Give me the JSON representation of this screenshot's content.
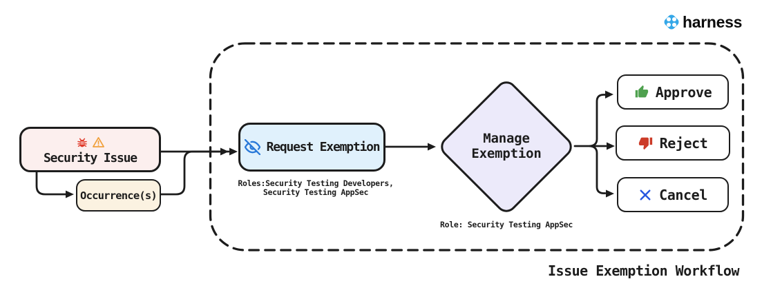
{
  "brand": {
    "name": "harness"
  },
  "diagram_title": "Issue Exemption Workflow",
  "nodes": {
    "security_issue": {
      "label": "Security Issue",
      "icons": [
        "bug-icon",
        "warning-icon"
      ]
    },
    "occurrences": {
      "label": "Occurrence(s)"
    },
    "request_exemption": {
      "label": "Request Exemption",
      "icon": "eye-off-icon",
      "roles_line1": "Roles:Security Testing Developers,",
      "roles_line2": "Security Testing AppSec"
    },
    "manage_exemption": {
      "label_line1": "Manage",
      "label_line2": "Exemption",
      "role": "Role: Security Testing AppSec"
    },
    "approve": {
      "label": "Approve",
      "icon": "thumbs-up-icon"
    },
    "reject": {
      "label": "Reject",
      "icon": "thumbs-down-icon"
    },
    "cancel": {
      "label": "Cancel",
      "icon": "x-icon"
    }
  },
  "colors": {
    "ink": "#1c1c1c",
    "security_issue_bg": "#fcefee",
    "occurrences_bg": "#fbf2e1",
    "request_exemption_bg": "#e0f1fc",
    "manage_exemption_bg": "#eceafa",
    "action_bg": "#ffffff",
    "approve_green": "#4fa14f",
    "reject_red": "#cc3b28",
    "cancel_blue": "#2857e0",
    "eye_blue": "#2878d8",
    "bug_red": "#e03a2a",
    "warning_orange": "#f0a03c",
    "brand_blue": "#34a7e8"
  }
}
